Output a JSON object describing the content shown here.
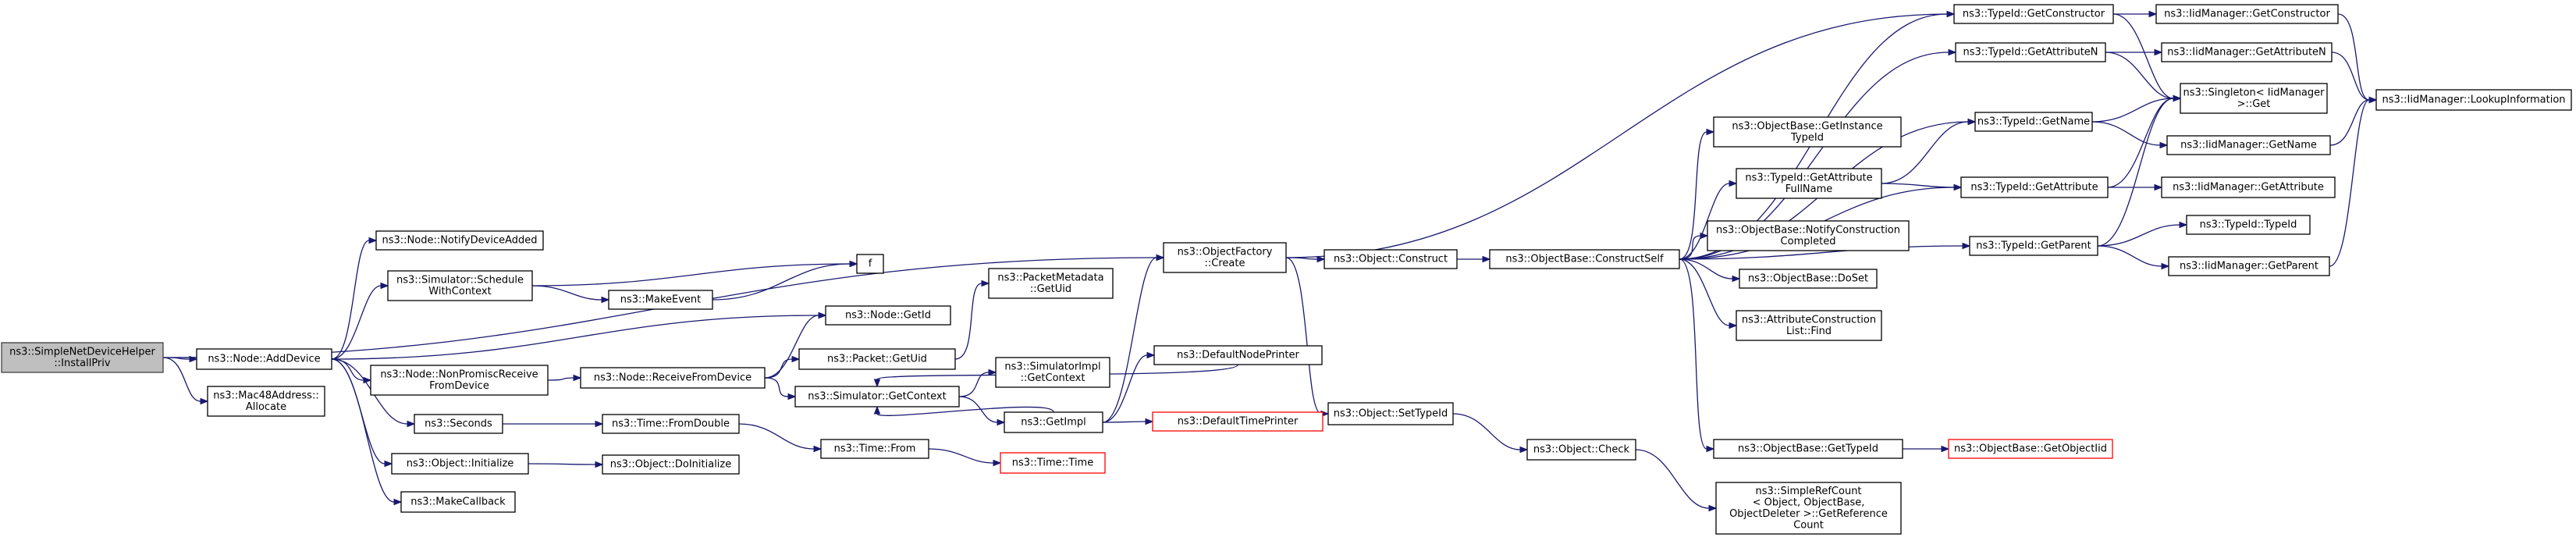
{
  "graph": {
    "nodes": [
      {
        "id": "root",
        "lines": [
          "ns3::SimpleNetDeviceHelper",
          "::InstallPriv"
        ]
      },
      {
        "id": "addDevice",
        "lines": [
          "ns3::Node::AddDevice"
        ]
      },
      {
        "id": "mac48",
        "lines": [
          "ns3::Mac48Address::",
          "Allocate"
        ]
      },
      {
        "id": "notifyAdded",
        "lines": [
          "ns3::Node::NotifyDeviceAdded"
        ]
      },
      {
        "id": "scheduleCtx",
        "lines": [
          "ns3::Simulator::Schedule",
          "WithContext"
        ]
      },
      {
        "id": "f",
        "lines": [
          "f"
        ]
      },
      {
        "id": "makeEvent",
        "lines": [
          "ns3::MakeEvent"
        ]
      },
      {
        "id": "getId",
        "lines": [
          "ns3::Node::GetId"
        ]
      },
      {
        "id": "nonPromisc",
        "lines": [
          "ns3::Node::NonPromiscReceive",
          "FromDevice"
        ]
      },
      {
        "id": "receiveFrom",
        "lines": [
          "ns3::Node::ReceiveFromDevice"
        ]
      },
      {
        "id": "packetUid",
        "lines": [
          "ns3::Packet::GetUid"
        ]
      },
      {
        "id": "pktMeta",
        "lines": [
          "ns3::PacketMetadata",
          "::GetUid"
        ]
      },
      {
        "id": "simCtx",
        "lines": [
          "ns3::Simulator::GetContext"
        ]
      },
      {
        "id": "simImplCtx",
        "lines": [
          "ns3::SimulatorImpl",
          "::GetContext"
        ]
      },
      {
        "id": "defNodePrinter",
        "lines": [
          "ns3::DefaultNodePrinter"
        ]
      },
      {
        "id": "getImpl",
        "lines": [
          "ns3::GetImpl"
        ]
      },
      {
        "id": "defTimePrinter",
        "lines": [
          "ns3::DefaultTimePrinter"
        ]
      },
      {
        "id": "seconds",
        "lines": [
          "ns3::Seconds"
        ]
      },
      {
        "id": "fromDouble",
        "lines": [
          "ns3::Time::FromDouble"
        ]
      },
      {
        "id": "timeFrom",
        "lines": [
          "ns3::Time::From"
        ]
      },
      {
        "id": "timeTime",
        "lines": [
          "ns3::Time::Time"
        ]
      },
      {
        "id": "objInit",
        "lines": [
          "ns3::Object::Initialize"
        ]
      },
      {
        "id": "doInit",
        "lines": [
          "ns3::Object::DoInitialize"
        ]
      },
      {
        "id": "makeCallback",
        "lines": [
          "ns3::MakeCallback"
        ]
      },
      {
        "id": "objFactory",
        "lines": [
          "ns3::ObjectFactory",
          "::Create"
        ]
      },
      {
        "id": "objConstruct",
        "lines": [
          "ns3::Object::Construct"
        ]
      },
      {
        "id": "setTypeId",
        "lines": [
          "ns3::Object::SetTypeId"
        ]
      },
      {
        "id": "objCheck",
        "lines": [
          "ns3::Object::Check"
        ]
      },
      {
        "id": "refCount",
        "lines": [
          "ns3::SimpleRefCount",
          "< Object, ObjectBase,",
          "ObjectDeleter >::GetReference",
          "Count"
        ]
      },
      {
        "id": "constructSelf",
        "lines": [
          "ns3::ObjectBase::ConstructSelf"
        ]
      },
      {
        "id": "getInstTypeId",
        "lines": [
          "ns3::ObjectBase::GetInstance",
          "TypeId"
        ]
      },
      {
        "id": "attrFullName",
        "lines": [
          "ns3::TypeId::GetAttribute",
          "FullName"
        ]
      },
      {
        "id": "notifyConstr",
        "lines": [
          "ns3::ObjectBase::NotifyConstruction",
          "Completed"
        ]
      },
      {
        "id": "doSet",
        "lines": [
          "ns3::ObjectBase::DoSet"
        ]
      },
      {
        "id": "attrConstrFind",
        "lines": [
          "ns3::AttributeConstruction",
          "List::Find"
        ]
      },
      {
        "id": "baseGetTypeId",
        "lines": [
          "ns3::ObjectBase::GetTypeId"
        ]
      },
      {
        "id": "getObjectIid",
        "lines": [
          "ns3::ObjectBase::GetObjectIid"
        ]
      },
      {
        "id": "tidGetConstructor",
        "lines": [
          "ns3::TypeId::GetConstructor"
        ]
      },
      {
        "id": "tidGetAttrN",
        "lines": [
          "ns3::TypeId::GetAttributeN"
        ]
      },
      {
        "id": "tidGetName",
        "lines": [
          "ns3::TypeId::GetName"
        ]
      },
      {
        "id": "tidGetAttribute",
        "lines": [
          "ns3::TypeId::GetAttribute"
        ]
      },
      {
        "id": "tidGetParent",
        "lines": [
          "ns3::TypeId::GetParent"
        ]
      },
      {
        "id": "iidGetConstructor",
        "lines": [
          "ns3::IidManager::GetConstructor"
        ]
      },
      {
        "id": "iidGetAttrN",
        "lines": [
          "ns3::IidManager::GetAttributeN"
        ]
      },
      {
        "id": "singletonGet",
        "lines": [
          "ns3::Singleton< IidManager",
          " >::Get"
        ]
      },
      {
        "id": "iidGetName",
        "lines": [
          "ns3::IidManager::GetName"
        ]
      },
      {
        "id": "iidGetAttribute",
        "lines": [
          "ns3::IidManager::GetAttribute"
        ]
      },
      {
        "id": "tidTypeId",
        "lines": [
          "ns3::TypeId::TypeId"
        ]
      },
      {
        "id": "iidGetParent",
        "lines": [
          "ns3::IidManager::GetParent"
        ]
      },
      {
        "id": "iidLookup",
        "lines": [
          "ns3::IidManager::LookupInformation"
        ]
      }
    ],
    "edges": [
      [
        "root",
        "addDevice"
      ],
      [
        "root",
        "mac48"
      ],
      [
        "root",
        "objFactory"
      ],
      [
        "addDevice",
        "notifyAdded"
      ],
      [
        "addDevice",
        "scheduleCtx"
      ],
      [
        "addDevice",
        "getId"
      ],
      [
        "addDevice",
        "nonPromisc"
      ],
      [
        "addDevice",
        "seconds"
      ],
      [
        "addDevice",
        "objInit"
      ],
      [
        "addDevice",
        "makeCallback"
      ],
      [
        "scheduleCtx",
        "f"
      ],
      [
        "scheduleCtx",
        "makeEvent"
      ],
      [
        "makeEvent",
        "f"
      ],
      [
        "nonPromisc",
        "receiveFrom"
      ],
      [
        "receiveFrom",
        "getId"
      ],
      [
        "receiveFrom",
        "packetUid"
      ],
      [
        "receiveFrom",
        "simCtx"
      ],
      [
        "packetUid",
        "pktMeta"
      ],
      [
        "simCtx",
        "simImplCtx"
      ],
      [
        "simCtx",
        "getImpl"
      ],
      [
        "getImpl",
        "simCtx"
      ],
      [
        "getImpl",
        "defNodePrinter"
      ],
      [
        "getImpl",
        "defTimePrinter"
      ],
      [
        "getImpl",
        "objFactory"
      ],
      [
        "defNodePrinter",
        "simCtx"
      ],
      [
        "seconds",
        "fromDouble"
      ],
      [
        "fromDouble",
        "timeFrom"
      ],
      [
        "timeFrom",
        "timeTime"
      ],
      [
        "objInit",
        "doInit"
      ],
      [
        "objFactory",
        "objConstruct"
      ],
      [
        "objFactory",
        "setTypeId"
      ],
      [
        "objFactory",
        "tidGetConstructor"
      ],
      [
        "objConstruct",
        "constructSelf"
      ],
      [
        "setTypeId",
        "objCheck"
      ],
      [
        "objCheck",
        "refCount"
      ],
      [
        "constructSelf",
        "getInstTypeId"
      ],
      [
        "constructSelf",
        "attrFullName"
      ],
      [
        "constructSelf",
        "notifyConstr"
      ],
      [
        "constructSelf",
        "doSet"
      ],
      [
        "constructSelf",
        "attrConstrFind"
      ],
      [
        "constructSelf",
        "baseGetTypeId"
      ],
      [
        "constructSelf",
        "tidGetAttrN"
      ],
      [
        "constructSelf",
        "tidGetName"
      ],
      [
        "constructSelf",
        "tidGetAttribute"
      ],
      [
        "constructSelf",
        "tidGetParent"
      ],
      [
        "constructSelf",
        "tidGetConstructor"
      ],
      [
        "attrFullName",
        "tidGetName"
      ],
      [
        "attrFullName",
        "tidGetAttribute"
      ],
      [
        "baseGetTypeId",
        "getObjectIid"
      ],
      [
        "tidGetConstructor",
        "iidGetConstructor"
      ],
      [
        "tidGetConstructor",
        "singletonGet"
      ],
      [
        "tidGetAttrN",
        "iidGetAttrN"
      ],
      [
        "tidGetAttrN",
        "singletonGet"
      ],
      [
        "tidGetName",
        "singletonGet"
      ],
      [
        "tidGetName",
        "iidGetName"
      ],
      [
        "tidGetAttribute",
        "singletonGet"
      ],
      [
        "tidGetAttribute",
        "iidGetAttribute"
      ],
      [
        "tidGetParent",
        "singletonGet"
      ],
      [
        "tidGetParent",
        "tidTypeId"
      ],
      [
        "tidGetParent",
        "iidGetParent"
      ],
      [
        "iidGetConstructor",
        "iidLookup"
      ],
      [
        "iidGetAttrN",
        "iidLookup"
      ],
      [
        "iidGetName",
        "iidLookup"
      ],
      [
        "iidGetParent",
        "iidLookup"
      ]
    ]
  }
}
